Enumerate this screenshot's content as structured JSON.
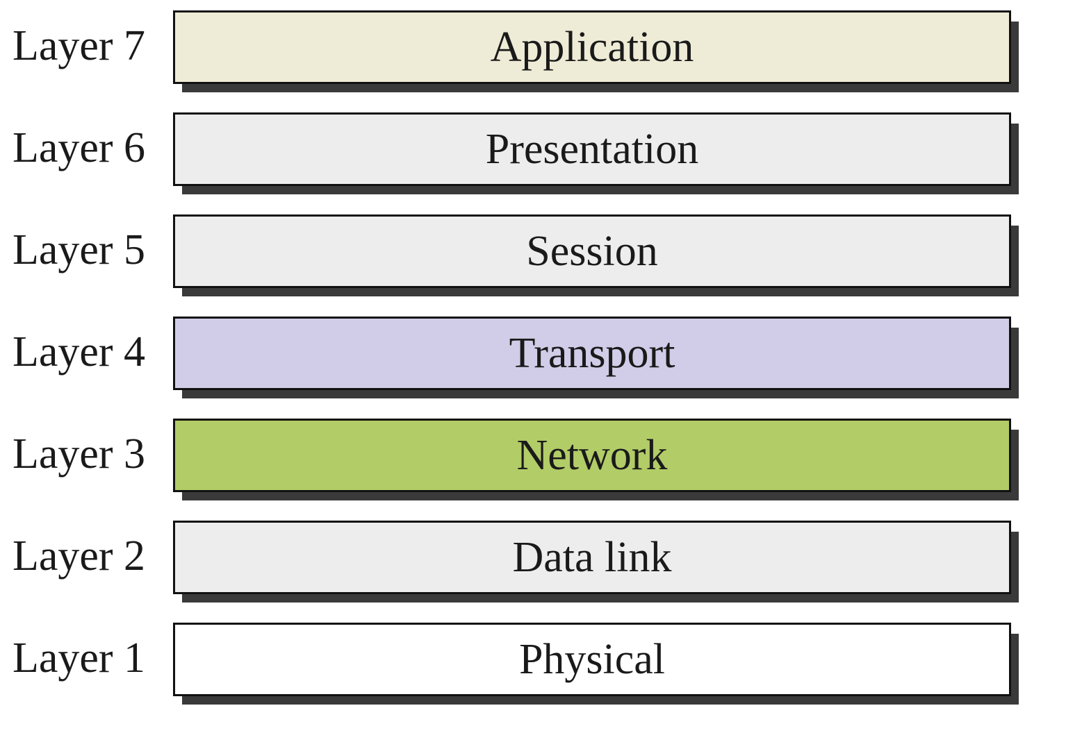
{
  "layers": [
    {
      "number_label": "Layer 7",
      "name": "Application",
      "color": "#eeecd6"
    },
    {
      "number_label": "Layer 6",
      "name": "Presentation",
      "color": "#ededed"
    },
    {
      "number_label": "Layer 5",
      "name": "Session",
      "color": "#ededed"
    },
    {
      "number_label": "Layer 4",
      "name": "Transport",
      "color": "#d1cde8"
    },
    {
      "number_label": "Layer 3",
      "name": "Network",
      "color": "#b2cc67"
    },
    {
      "number_label": "Layer 2",
      "name": "Data link",
      "color": "#ededed"
    },
    {
      "number_label": "Layer 1",
      "name": "Physical",
      "color": "#ffffff"
    }
  ]
}
